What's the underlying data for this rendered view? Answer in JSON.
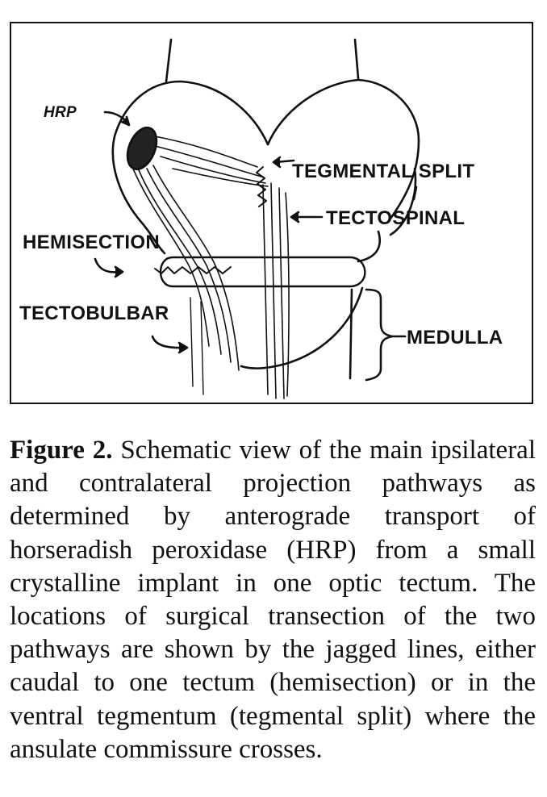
{
  "figure": {
    "labels": {
      "hrp": "HRP",
      "tegmental_split": "TEGMENTAL SPLIT",
      "tectospinal": "TECTOSPINAL",
      "hemisection": "HEMISECTION",
      "tectobulbar": "TECTOBULBAR",
      "medulla": "MEDULLA"
    }
  },
  "caption": {
    "figure_number": "Figure 2.",
    "text": "Schematic view of the main ipsilateral and contralateral projection pathways as determined by anterograde transport of horseradish peroxidase (HRP) from a small crystalline implant in one optic tectum. The locations of surgical transection of the two pathways are shown by the jagged lines, either caudal to one tectum (hemisection) or in the ventral tegmentum (tegmental split) where the ansulate commissure crosses."
  }
}
